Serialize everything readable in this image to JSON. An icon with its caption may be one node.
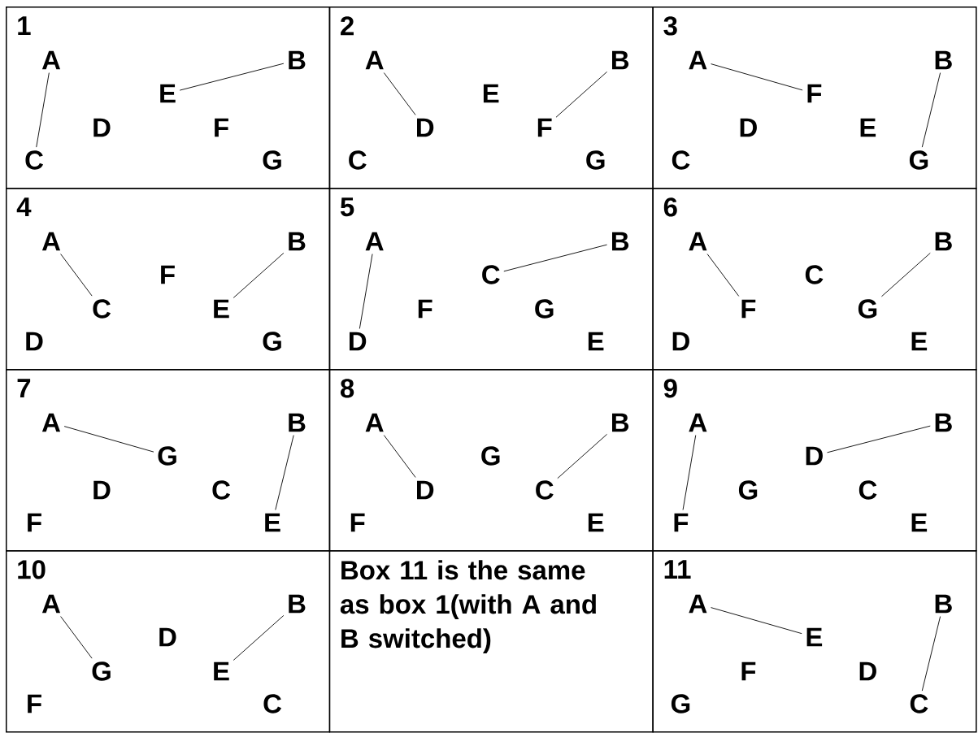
{
  "diagram": {
    "nodes": [
      {
        "text": [
          "1"
        ]
      },
      {
        "text": [
          "A"
        ],
        "in": 0
      },
      {
        "text": [
          "B"
        ],
        "in": 0
      },
      {
        "text": [
          "E"
        ],
        "in": 0
      },
      {
        "text": [
          "D"
        ],
        "in": 0
      },
      {
        "text": [
          "F"
        ],
        "in": 0
      },
      {
        "text": [
          "C"
        ],
        "in": 0
      },
      {
        "text": [
          "G"
        ],
        "in": 0
      },
      {
        "text": [
          "2"
        ]
      },
      {
        "text": [
          "A"
        ],
        "in": 8
      },
      {
        "text": [
          "B"
        ],
        "in": 8
      },
      {
        "text": [
          "E"
        ],
        "in": 8
      },
      {
        "text": [
          "D"
        ],
        "in": 8
      },
      {
        "text": [
          "F"
        ],
        "in": 8
      },
      {
        "text": [
          "C"
        ],
        "in": 8
      },
      {
        "text": [
          "G"
        ],
        "in": 8
      },
      {
        "text": [
          "3"
        ]
      },
      {
        "text": [
          "A"
        ],
        "in": 16
      },
      {
        "text": [
          "B"
        ],
        "in": 16
      },
      {
        "text": [
          "F"
        ],
        "in": 16
      },
      {
        "text": [
          "D"
        ],
        "in": 16
      },
      {
        "text": [
          "E"
        ],
        "in": 16
      },
      {
        "text": [
          "C"
        ],
        "in": 16
      },
      {
        "text": [
          "G"
        ],
        "in": 16
      },
      {
        "text": [
          "4"
        ]
      },
      {
        "text": [
          "A"
        ],
        "in": 24
      },
      {
        "text": [
          "B"
        ],
        "in": 24
      },
      {
        "text": [
          "F"
        ],
        "in": 24
      },
      {
        "text": [
          "C"
        ],
        "in": 24
      },
      {
        "text": [
          "E"
        ],
        "in": 24
      },
      {
        "text": [
          "D"
        ],
        "in": 24
      },
      {
        "text": [
          "G"
        ],
        "in": 24
      },
      {
        "text": [
          "5"
        ]
      },
      {
        "text": [
          "A"
        ],
        "in": 32
      },
      {
        "text": [
          "B"
        ],
        "in": 32
      },
      {
        "text": [
          "C"
        ],
        "in": 32
      },
      {
        "text": [
          "F"
        ],
        "in": 32
      },
      {
        "text": [
          "G"
        ],
        "in": 32
      },
      {
        "text": [
          "D"
        ],
        "in": 32
      },
      {
        "text": [
          "E"
        ],
        "in": 32
      },
      {
        "text": [
          "6"
        ]
      },
      {
        "text": [
          "A"
        ],
        "in": 40
      },
      {
        "text": [
          "B"
        ],
        "in": 40
      },
      {
        "text": [
          "C"
        ],
        "in": 40
      },
      {
        "text": [
          "F"
        ],
        "in": 40
      },
      {
        "text": [
          "G"
        ],
        "in": 40
      },
      {
        "text": [
          "D"
        ],
        "in": 40
      },
      {
        "text": [
          "E"
        ],
        "in": 40
      },
      {
        "text": [
          "7"
        ]
      },
      {
        "text": [
          "A"
        ],
        "in": 48
      },
      {
        "text": [
          "B"
        ],
        "in": 48
      },
      {
        "text": [
          "G"
        ],
        "in": 48
      },
      {
        "text": [
          "D"
        ],
        "in": 48
      },
      {
        "text": [
          "C"
        ],
        "in": 48
      },
      {
        "text": [
          "F"
        ],
        "in": 48
      },
      {
        "text": [
          "E"
        ],
        "in": 48
      },
      {
        "text": [
          "8"
        ]
      },
      {
        "text": [
          "A"
        ],
        "in": 56
      },
      {
        "text": [
          "B"
        ],
        "in": 56
      },
      {
        "text": [
          "G"
        ],
        "in": 56
      },
      {
        "text": [
          "D"
        ],
        "in": 56
      },
      {
        "text": [
          "C"
        ],
        "in": 56
      },
      {
        "text": [
          "F"
        ],
        "in": 56
      },
      {
        "text": [
          "E"
        ],
        "in": 56
      },
      {
        "text": [
          "9"
        ]
      },
      {
        "text": [
          "A"
        ],
        "in": 64
      },
      {
        "text": [
          "B"
        ],
        "in": 64
      },
      {
        "text": [
          "D"
        ],
        "in": 64
      },
      {
        "text": [
          "G"
        ],
        "in": 64
      },
      {
        "text": [
          "C"
        ],
        "in": 64
      },
      {
        "text": [
          "F"
        ],
        "in": 64
      },
      {
        "text": [
          "E"
        ],
        "in": 64
      },
      {
        "text": [
          "10"
        ]
      },
      {
        "text": [
          "A"
        ],
        "in": 72
      },
      {
        "text": [
          "B"
        ],
        "in": 72
      },
      {
        "text": [
          "D"
        ],
        "in": 72
      },
      {
        "text": [
          "G"
        ],
        "in": 72
      },
      {
        "text": [
          "E"
        ],
        "in": 72
      },
      {
        "text": [
          "F"
        ],
        "in": 72
      },
      {
        "text": [
          "C"
        ],
        "in": 72
      },
      {
        "text": [
          "Box 11 is the same as box 1(with A and B switched)"
        ]
      },
      {
        "text": [
          "11"
        ]
      },
      {
        "text": [
          "A"
        ],
        "in": 81
      },
      {
        "text": [
          "B"
        ],
        "in": 81
      },
      {
        "text": [
          "E"
        ],
        "in": 81
      },
      {
        "text": [
          "F"
        ],
        "in": 81
      },
      {
        "text": [
          "D"
        ],
        "in": 81
      },
      {
        "text": [
          "G"
        ],
        "in": 81
      },
      {
        "text": [
          "C"
        ],
        "in": 81
      }
    ],
    "edges": [
      {
        "from": 1,
        "to": 6,
        "arrow": "none"
      },
      {
        "from": 2,
        "to": 3,
        "arrow": "none"
      },
      {
        "from": 9,
        "to": 12,
        "arrow": "none"
      },
      {
        "from": 10,
        "to": 13,
        "arrow": "none"
      },
      {
        "from": 17,
        "to": 19,
        "arrow": "none"
      },
      {
        "from": 18,
        "to": 23,
        "arrow": "none"
      },
      {
        "from": 25,
        "to": 28,
        "arrow": "none"
      },
      {
        "from": 26,
        "to": 29,
        "arrow": "none"
      },
      {
        "from": 33,
        "to": 38,
        "arrow": "none"
      },
      {
        "from": 34,
        "to": 35,
        "arrow": "none"
      },
      {
        "from": 41,
        "to": 44,
        "arrow": "none"
      },
      {
        "from": 42,
        "to": 45,
        "arrow": "none"
      },
      {
        "from": 49,
        "to": 51,
        "arrow": "none"
      },
      {
        "from": 50,
        "to": 55,
        "arrow": "none"
      },
      {
        "from": 57,
        "to": 60,
        "arrow": "none"
      },
      {
        "from": 58,
        "to": 61,
        "arrow": "none"
      },
      {
        "from": 65,
        "to": 70,
        "arrow": "none"
      },
      {
        "from": 66,
        "to": 67,
        "arrow": "none"
      },
      {
        "from": 73,
        "to": 76,
        "arrow": "none"
      },
      {
        "from": 74,
        "to": 77,
        "arrow": "none"
      },
      {
        "from": 82,
        "to": 84,
        "arrow": "none"
      },
      {
        "from": 83,
        "to": 88,
        "arrow": "none"
      }
    ]
  }
}
